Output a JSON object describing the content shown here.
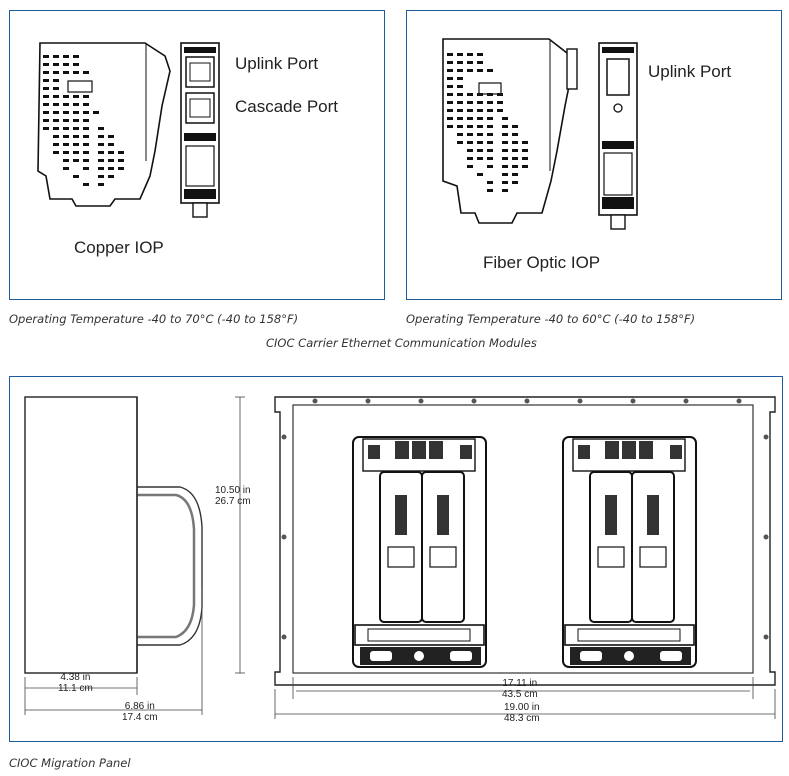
{
  "copper": {
    "uplink_port": "Uplink Port",
    "cascade_port": "Cascade Port",
    "title": "Copper IOP",
    "temp_caption": "Operating Temperature -40 to 70°C (-40 to 158°F)"
  },
  "fiber": {
    "uplink_port": "Uplink Port",
    "title": "Fiber Optic IOP",
    "temp_caption": "Operating Temperature -40 to 60°C (-40 to 158°F)"
  },
  "modules_caption": "CIOC Carrier Ethernet Communication Modules",
  "migration": {
    "height_in": "10.50 in",
    "height_cm": "26.7 cm",
    "depth1_in": "4.38 in",
    "depth1_cm": "11.1 cm",
    "depth2_in": "6.86 in",
    "depth2_cm": "17.4 cm",
    "inner_w_in": "17.11 in",
    "inner_w_cm": "43.5 cm",
    "outer_w_in": "19.00 in",
    "outer_w_cm": "48.3 cm",
    "caption": "CIOC Migration Panel"
  }
}
